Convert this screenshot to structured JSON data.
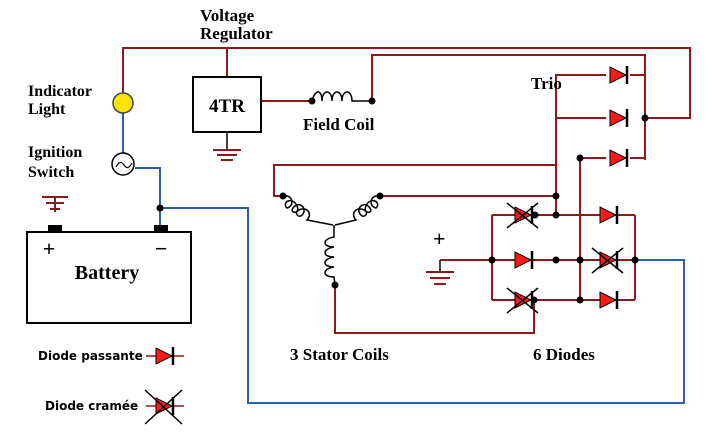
{
  "labels": {
    "regulator_line1": "Voltage",
    "regulator_line2": "Regulator",
    "regulator_box": "4TR",
    "field_coil": "Field Coil",
    "indicator_line1": "Indicator",
    "indicator_line2": "Light",
    "ignition_line1": "Ignition",
    "ignition_line2": "Switch",
    "battery": "Battery",
    "battery_plus": "+",
    "battery_minus": "−",
    "trio": "Trio",
    "ground_plus": "+",
    "stator": "3 Stator Coils",
    "diodes": "6 Diodes"
  },
  "legend": {
    "good_diode": "Diode passante",
    "burnt_diode": "Diode cramée"
  },
  "colors": {
    "wire_red": "#8b1a1a",
    "wire_blue": "#2b5fb0",
    "diode": "#ff1a1a",
    "indicator": "#ffe400"
  }
}
